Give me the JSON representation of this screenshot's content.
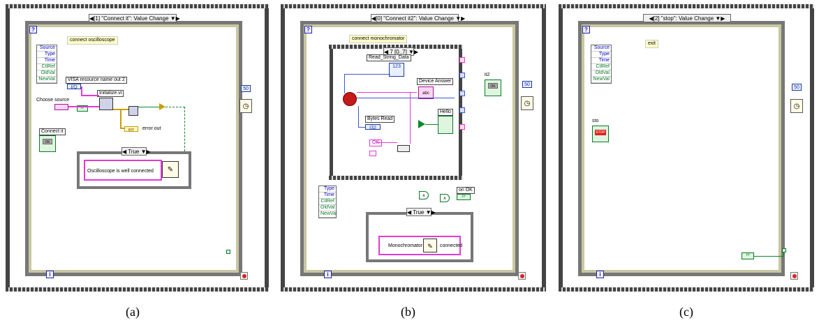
{
  "captions": {
    "a": "(a)",
    "b": "(b)",
    "c": "(c)"
  },
  "panel_a": {
    "event_header": "◀[1] \"Connect it\": Value Change ▼▶",
    "comment": "connect oscilloscope",
    "event_data": [
      "Source",
      "Type",
      "Time",
      "CtlRef",
      "OldVal",
      "NewVal"
    ],
    "visa_label": "VISA resource name out 2",
    "initialize_label": "Initialize.vi",
    "choose_source_label": "Choose source",
    "error_out_label": "error out",
    "connect_it_label": "Connect it",
    "case_selector": "◀ True ▼▶",
    "message": "Oscilloscope is well connected",
    "wait_const": "50",
    "iteration": "i",
    "selector_icon": "?"
  },
  "panel_b": {
    "event_header": "◀[0] \"Connect it2\": Value Change ▼▶",
    "comment": "connect monochromator",
    "sequence_header": "◀ 7 [0..7] ▼▶",
    "read_string_label": "Read_String_Data",
    "device_answer_label": "Device Answer",
    "bytes_read_label": "Bytes Read",
    "hello_label": "Hello",
    "ok_const": "OK",
    "it2_label": "it2",
    "on_ok_label": "on OK",
    "event_data": [
      "Type",
      "Time",
      "CtlRef",
      "OldVal",
      "NewVal"
    ],
    "case_selector": "◀ True ▼▶",
    "message_left": "Monochromator",
    "message_right": "connected",
    "wait_const": "50",
    "iteration": "i"
  },
  "panel_c": {
    "event_header": "◀[2] \"stop\": Value Change ▼▶",
    "comment": "exit",
    "event_data": [
      "Source",
      "Type",
      "Time",
      "CtlRef",
      "OldVal",
      "NewVal"
    ],
    "stop_label": "sto",
    "stop_text": "STOP",
    "tf_text": "TF",
    "wait_const": "50",
    "iteration": "i"
  },
  "colors": {
    "wire_blue": "#3d56d0",
    "wire_pink": "#e23ad6",
    "wire_green": "#0a8a2a",
    "wire_yellow": "#c8a000",
    "frame": "#c9c7a2"
  }
}
